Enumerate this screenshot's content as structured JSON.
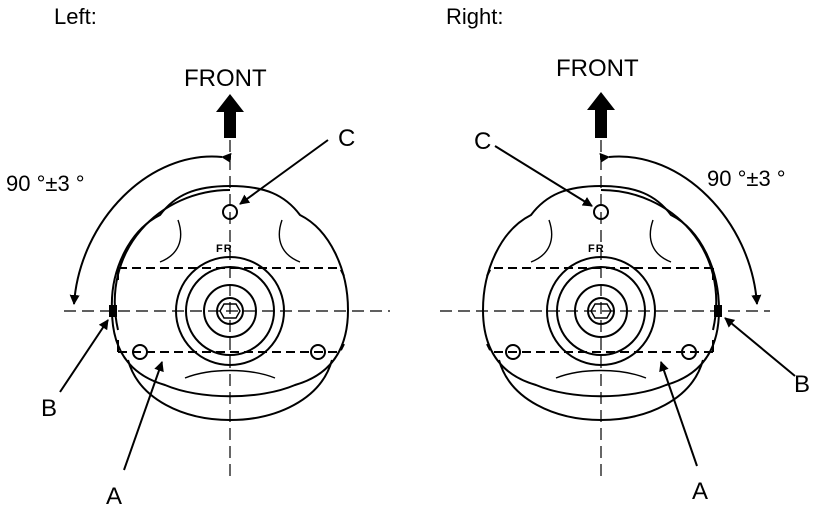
{
  "left": {
    "title": "Left:",
    "front": "FRONT",
    "angle": "90 °±3 °",
    "fr_mark": "FR",
    "callouts": {
      "a": "A",
      "b": "B",
      "c": "C"
    }
  },
  "right": {
    "title": "Right:",
    "front": "FRONT",
    "angle": "90 °±3 °",
    "fr_mark": "FR",
    "callouts": {
      "a": "A",
      "b": "B",
      "c": "C"
    }
  }
}
